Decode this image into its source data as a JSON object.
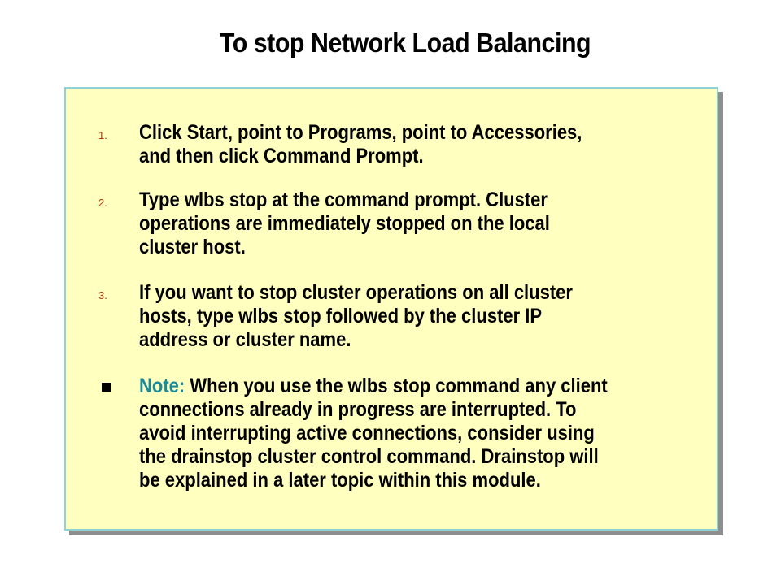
{
  "title": "To stop Network Load Balancing",
  "steps": [
    {
      "number": "1.",
      "lines": [
        "Click Start, point to Programs, point to Accessories,",
        "and then click Command Prompt."
      ]
    },
    {
      "number": "2.",
      "lines": [
        "Type wlbs stop at the command prompt. Cluster",
        "operations are immediately stopped on the local",
        "cluster host."
      ]
    },
    {
      "number": "3.",
      "lines": [
        "If you want to stop cluster operations on all cluster",
        "hosts, type wlbs stop followed by the cluster IP",
        "address or cluster name."
      ]
    }
  ],
  "note": {
    "label": "Note:",
    "first_line": " When you use the wlbs stop command any client",
    "lines": [
      "connections already in progress are interrupted. To",
      "avoid interrupting active connections, consider using",
      "the drainstop cluster control command. Drainstop will",
      "be explained in a later topic within this module."
    ]
  },
  "colors": {
    "panel_background": "#ffffc0",
    "panel_border": "#8ed3d3",
    "number_color": "#b03a10",
    "note_label_color": "#1a8a9a"
  }
}
